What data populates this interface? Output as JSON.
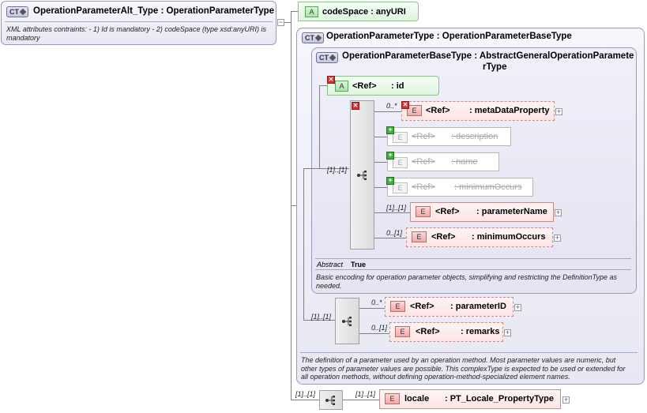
{
  "root": {
    "badge": "CT",
    "title": "OperationParameterAlt_Type : OperationParameterType",
    "doc": "XML attributes contraints: - 1) Id is mandatory - 2) codeSpace (type xsd:anyURI) is mandatory"
  },
  "codespace_attr": {
    "badge": "A",
    "label": "codeSpace : anyURI"
  },
  "operation_parameter_type": {
    "badge": "CT",
    "title": "OperationParameterType : OperationParameterBaseType",
    "doc": "The definition of a parameter used by an operation method. Most parameter values are numeric, but other types of parameter values are possible. This complexType is expected to be used or extended for all operation methods, without defining operation-method-specialized element names."
  },
  "base_type": {
    "badge": "CT",
    "title_line1": "OperationParameterBaseType : AbstractGeneralOperationParamete",
    "title_line2": "rType",
    "id_attr": {
      "badge": "A",
      "ref": "<Ref>",
      "name": ": id"
    },
    "seq_card": "[1]..[1]",
    "elements": [
      {
        "card": "0..*",
        "ref": "<Ref>",
        "name": ": metaDataProperty"
      },
      {
        "card": "",
        "ref": "<Ref>",
        "name": ": description"
      },
      {
        "card": "",
        "ref": "<Ref>",
        "name": ": name"
      },
      {
        "card": "",
        "ref": "<Ref>",
        "name": ": minimumOccurs"
      },
      {
        "card": "[1]..[1]",
        "ref": "<Ref>",
        "name": ": parameterName"
      },
      {
        "card": "0..[1]",
        "ref": "<Ref>",
        "name": ": minimumOccurs"
      }
    ],
    "abstract_label": "Abstract",
    "abstract_value": "True",
    "doc": "Basic encoding for operation parameter objects, simplifying and restricting the DefinitionType as needed."
  },
  "second_seq": {
    "card": "[1]..[1]",
    "elements": [
      {
        "card": "0..*",
        "ref": "<Ref>",
        "name": ": parameterID"
      },
      {
        "card": "0..[1]",
        "ref": "<Ref>",
        "name": ": remarks"
      }
    ]
  },
  "third_seq": {
    "card": "[1]..[1]",
    "element": {
      "card": "[1]..[1]",
      "name": "locale",
      "type": ": PT_Locale_PropertyType"
    }
  },
  "badges": {
    "element": "E",
    "attribute": "A"
  }
}
